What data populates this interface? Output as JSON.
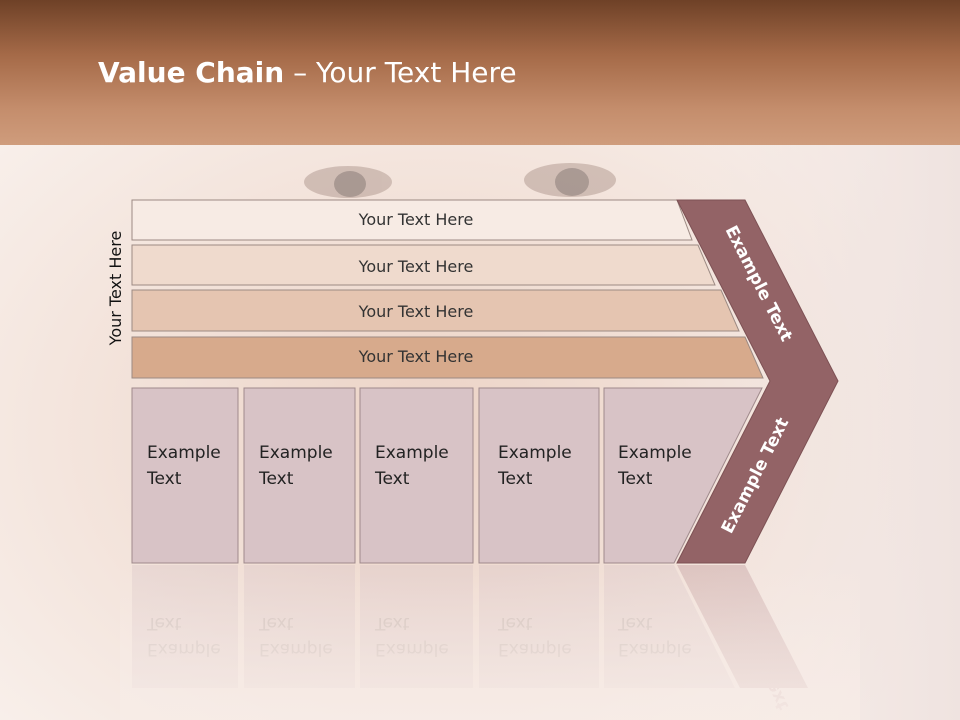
{
  "title": {
    "bold": "Value Chain",
    "rest": " – Your Text Here"
  },
  "side_label": "Your Text Here",
  "bars": [
    {
      "label": "Your Text Here",
      "color": "#f7ebe4"
    },
    {
      "label": "Your Text Here",
      "color": "#efdacd"
    },
    {
      "label": "Your Text Here",
      "color": "#e5c5b1"
    },
    {
      "label": "Your Text Here",
      "color": "#d7aa8c"
    }
  ],
  "boxes": [
    {
      "line1": "Example",
      "line2": "Text"
    },
    {
      "line1": "Example",
      "line2": "Text"
    },
    {
      "line1": "Example",
      "line2": "Text"
    },
    {
      "line1": "Example",
      "line2": "Text"
    },
    {
      "line1": "Example",
      "line2": "Text"
    }
  ],
  "chevron": {
    "top_label": "Example Text",
    "bottom_label": "Example Text",
    "color": "#936366"
  },
  "colors": {
    "header_dark": "#6e4127",
    "header_light": "#cf9c7c",
    "box_fill": "#d8c3c6",
    "box_stroke": "#9f8a8c",
    "background": "#f7ece7"
  }
}
